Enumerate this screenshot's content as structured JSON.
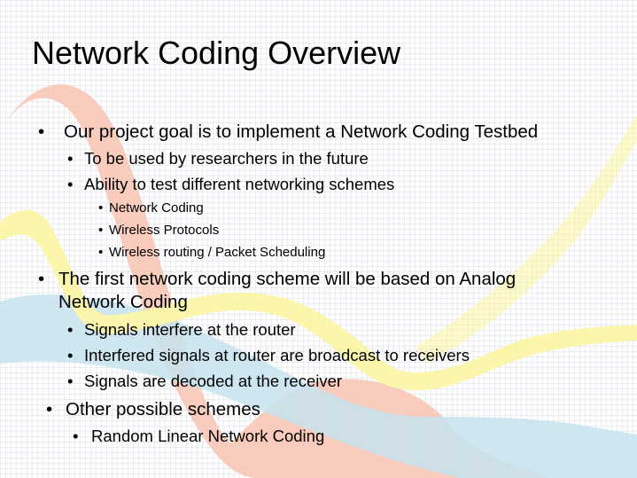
{
  "slide": {
    "title": "Network Coding Overview",
    "bullet_glyph": "•",
    "items": [
      {
        "level": 1,
        "text": "Our project goal is to implement a Network Coding Testbed"
      },
      {
        "level": 2,
        "text": "To be used by researchers in the future"
      },
      {
        "level": 2,
        "text": "Ability to test different networking schemes"
      },
      {
        "level": 3,
        "text": "Network Coding"
      },
      {
        "level": 3,
        "text": "Wireless Protocols"
      },
      {
        "level": 3,
        "text": "Wireless routing / Packet Scheduling"
      },
      {
        "level": 1,
        "text": "The first network coding scheme will be based on Analog",
        "continuation": "Network Coding"
      },
      {
        "level": 2,
        "text": "Signals interfere at the router"
      },
      {
        "level": 2,
        "text": "Interfered signals at router are broadcast to receivers"
      },
      {
        "level": 2,
        "text": "Signals are decoded at the receiver"
      },
      {
        "level": 1,
        "text": "Other possible schemes"
      },
      {
        "level": 2,
        "text": "Random Linear Network Coding"
      }
    ]
  },
  "colors": {
    "ribbon_red": "#f8c6b6",
    "ribbon_yellow": "#fbf5a8",
    "ribbon_blue": "#c7e3ef",
    "text": "#000000"
  }
}
